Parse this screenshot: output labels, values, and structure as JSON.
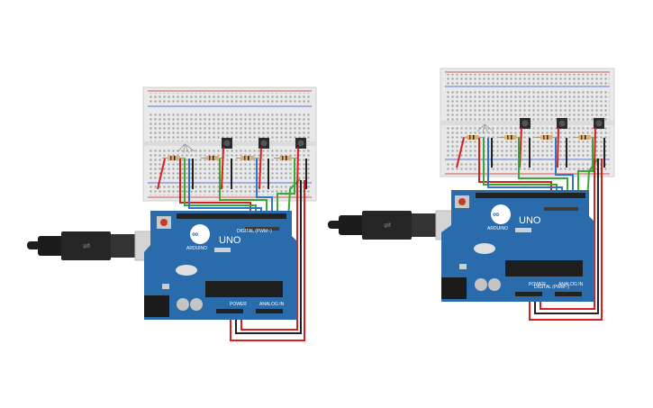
{
  "circuits": [
    {
      "board": {
        "brand": "ARDUINO",
        "model": "UNO",
        "digital_label": "DIGITAL (PWM~)",
        "power_label": "POWER",
        "analog_label": "ANALOG IN"
      }
    },
    {
      "board": {
        "brand": "ARDUINO",
        "model": "UNO",
        "digital_label": "DIGITAL (PWM~)",
        "power_label": "POWER",
        "analog_label": "ANALOG IN"
      }
    }
  ],
  "colors": {
    "board": "#2a6bab",
    "breadboard": "#e9e9e9",
    "wire_red": "#d81e1e",
    "wire_black": "#222222",
    "wire_green": "#3aa832",
    "wire_blue": "#2f74c9",
    "cable": "#1c1c1c",
    "usb_metal": "#d4d4d4"
  }
}
